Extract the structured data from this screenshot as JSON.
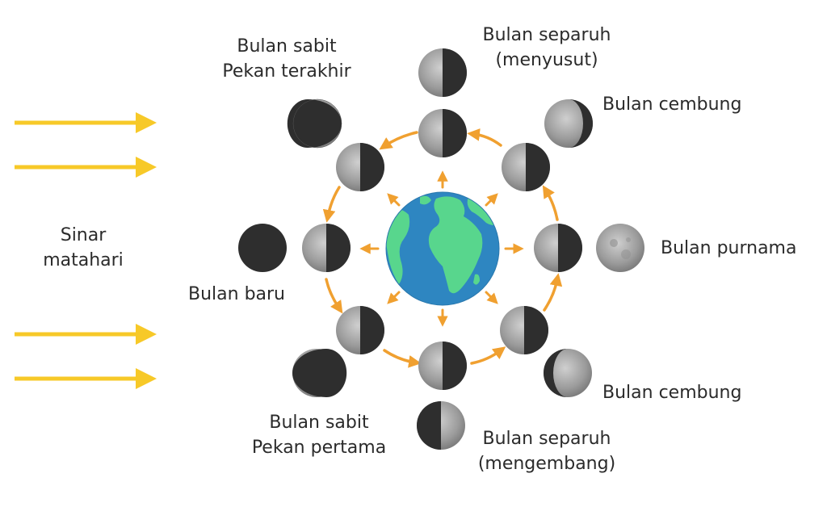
{
  "sun": {
    "label_line1": "Sinar",
    "label_line2": "matahari",
    "ray_color": "#F7C928"
  },
  "labels": {
    "third_quarter": [
      "Bulan separuh",
      "(menyusut)"
    ],
    "waning_crescent": [
      "Bulan sabit",
      "Pekan terakhir"
    ],
    "gibbous_top": [
      "Bulan cembung"
    ],
    "full_moon": [
      "Bulan purnama"
    ],
    "new_moon": [
      "Bulan baru"
    ],
    "gibbous_bottom": [
      "Bulan cembung"
    ],
    "waxing_crescent": [
      "Bulan sabit",
      "Pekan pertama"
    ],
    "first_quarter": [
      "Bulan separuh",
      "(mengembang)"
    ]
  },
  "colors": {
    "orbit_arrow": "#F0A030",
    "moon_light": "#A9A9A9",
    "moon_dark": "#2E2E2E",
    "ocean": "#2E86C1",
    "land": "#58D68D"
  },
  "icons": [
    "sun-ray-arrow-icon",
    "earth-icon",
    "moon-phase-icon",
    "orbit-arrow-icon"
  ]
}
